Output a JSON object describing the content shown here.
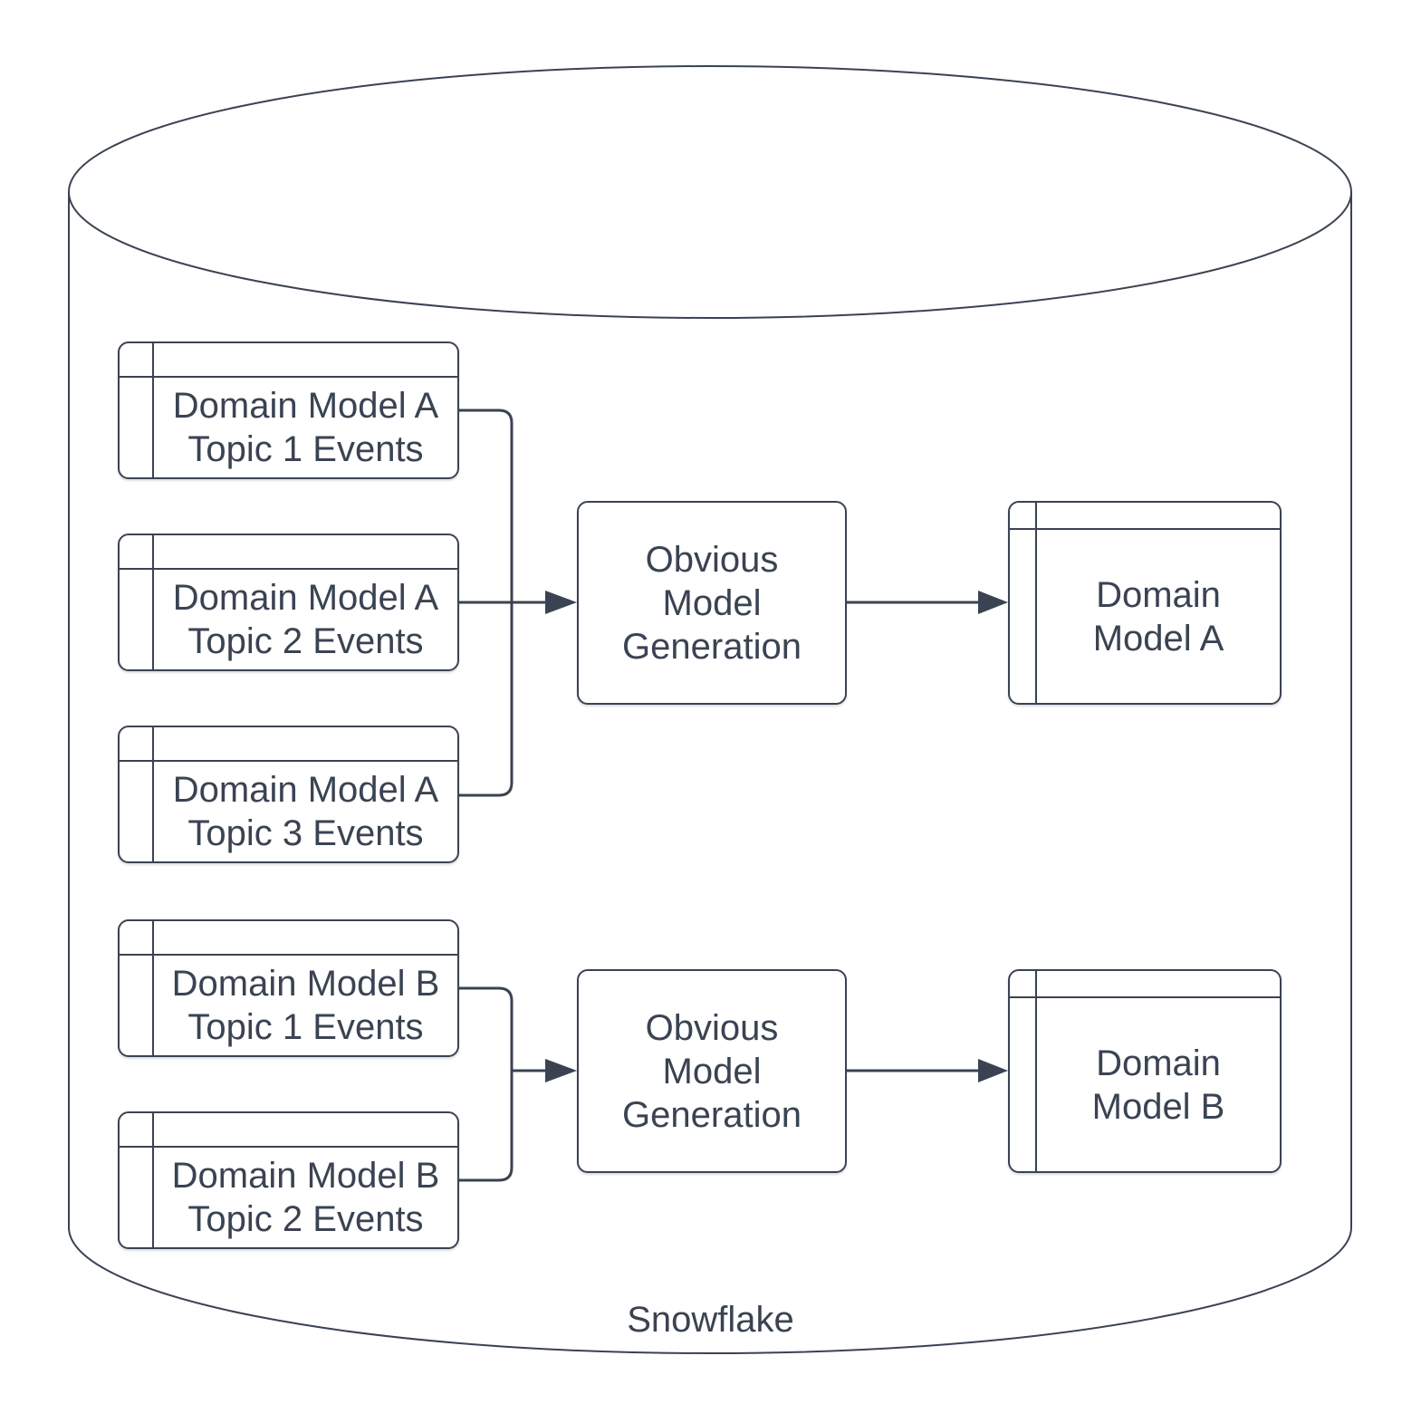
{
  "diagram": {
    "database": {
      "label": "Snowflake"
    },
    "event_tables": [
      {
        "label": "Domain Model A\nTopic 1 Events"
      },
      {
        "label": "Domain Model A\nTopic 2 Events"
      },
      {
        "label": "Domain Model A\nTopic 3 Events"
      },
      {
        "label": "Domain Model B\nTopic 1 Events"
      },
      {
        "label": "Domain Model B\nTopic 2 Events"
      }
    ],
    "processes": [
      {
        "label": "Obvious\nModel\nGeneration"
      },
      {
        "label": "Obvious\nModel\nGeneration"
      }
    ],
    "model_tables": [
      {
        "label": "Domain\nModel A"
      },
      {
        "label": "Domain\nModel B"
      }
    ],
    "colors": {
      "stroke": "#3a4352",
      "shape_fill": "#ffffff",
      "background": "#ffffff"
    }
  }
}
